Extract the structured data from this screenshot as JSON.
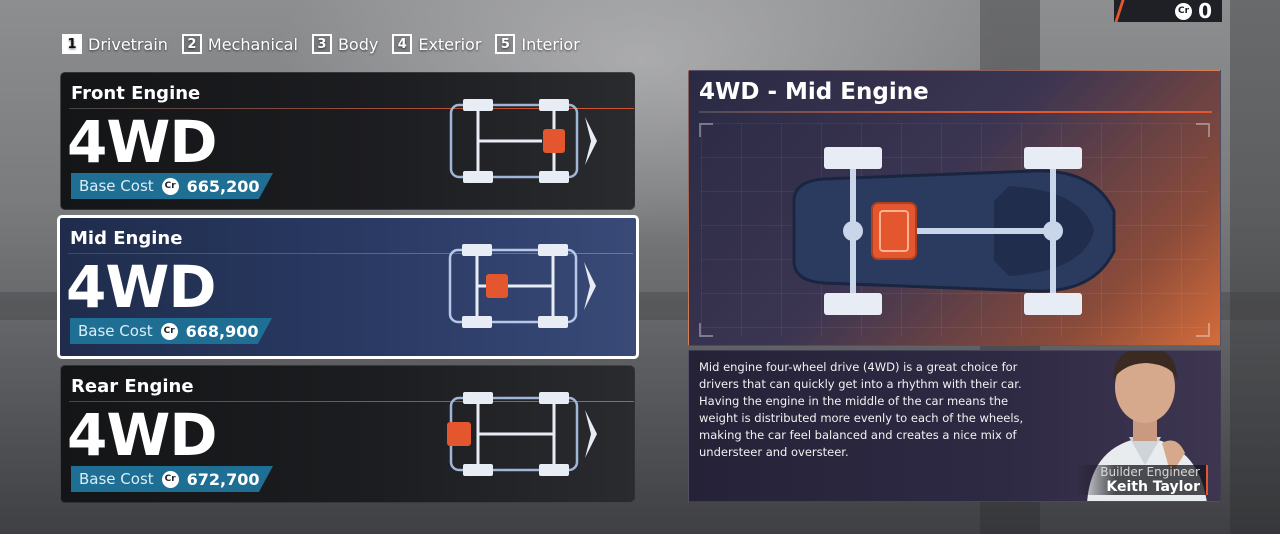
{
  "credits": {
    "icon": "Cr",
    "amount": "0"
  },
  "tabs": [
    {
      "num": "1",
      "label": "Drivetrain",
      "active": true
    },
    {
      "num": "2",
      "label": "Mechanical",
      "active": false
    },
    {
      "num": "3",
      "label": "Body",
      "active": false
    },
    {
      "num": "4",
      "label": "Exterior",
      "active": false
    },
    {
      "num": "5",
      "label": "Interior",
      "active": false
    }
  ],
  "options": [
    {
      "title": "Front Engine",
      "drive": "4WD",
      "cost_label": "Base Cost",
      "cost_icon": "Cr",
      "cost": "665,200",
      "selected": false,
      "engine_position": "front"
    },
    {
      "title": "Mid Engine",
      "drive": "4WD",
      "cost_label": "Base Cost",
      "cost_icon": "Cr",
      "cost": "668,900",
      "selected": true,
      "engine_position": "mid"
    },
    {
      "title": "Rear Engine",
      "drive": "4WD",
      "cost_label": "Base Cost",
      "cost_icon": "Cr",
      "cost": "672,700",
      "selected": false,
      "engine_position": "rear"
    }
  ],
  "info": {
    "title": "4WD - Mid Engine",
    "description": "Mid engine four-wheel drive (4WD) is a great choice for drivers that can quickly get into a rhythm with their car. Having the engine in the middle of the car means the weight is distributed more evenly to each of the wheels, making the car feel balanced and creates a nice mix of understeer and oversteer."
  },
  "engineer": {
    "role": "Builder Engineer",
    "name": "Keith Taylor"
  },
  "colors": {
    "accent": "#e4572e",
    "cost_bar": "#1f6f95",
    "selected_card": "#2a3a64",
    "engine": "#e4572e"
  }
}
